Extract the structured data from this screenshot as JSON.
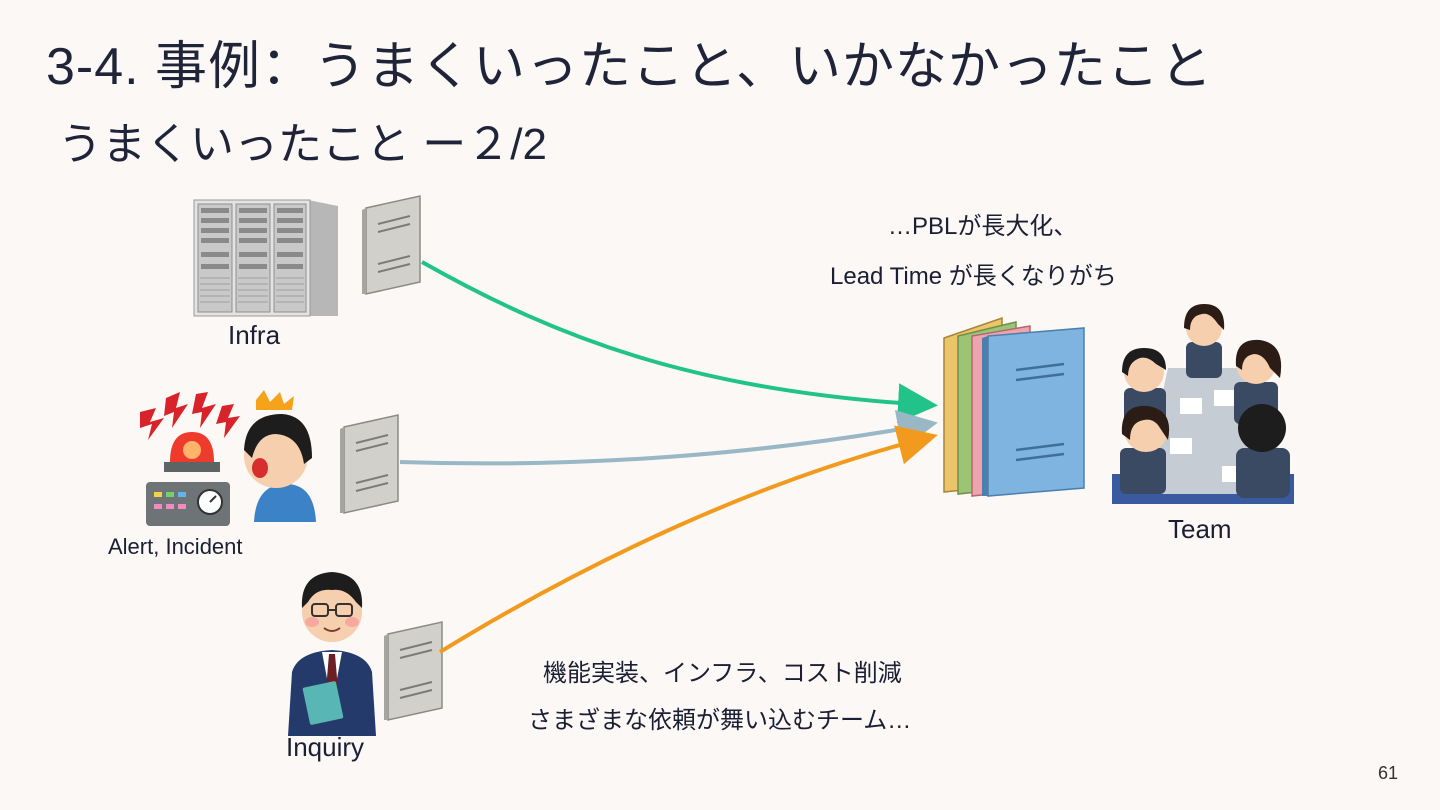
{
  "slide": {
    "title": "3-4. 事例：うまくいったこと、いかなかったこと",
    "subtitle": "うまくいったこと ー２/2",
    "page_number": "61"
  },
  "sources": {
    "infra_label": "Infra",
    "alert_label": "Alert, Incident",
    "inquiry_label": "Inquiry"
  },
  "target": {
    "team_label": "Team"
  },
  "notes": {
    "top_line1": "…PBLが長大化、",
    "top_line2": "Lead Time が長くなりがち",
    "bottom_line1": "機能実装、インフラ、コスト削減",
    "bottom_line2": "さまざまな依頼が舞い込むチーム…"
  },
  "colors": {
    "arrow_infra": "#22c38a",
    "arrow_alert": "#9ab7c6",
    "arrow_inquiry": "#f29a1d",
    "text": "#1f2438",
    "background": "#fbf8f6"
  }
}
